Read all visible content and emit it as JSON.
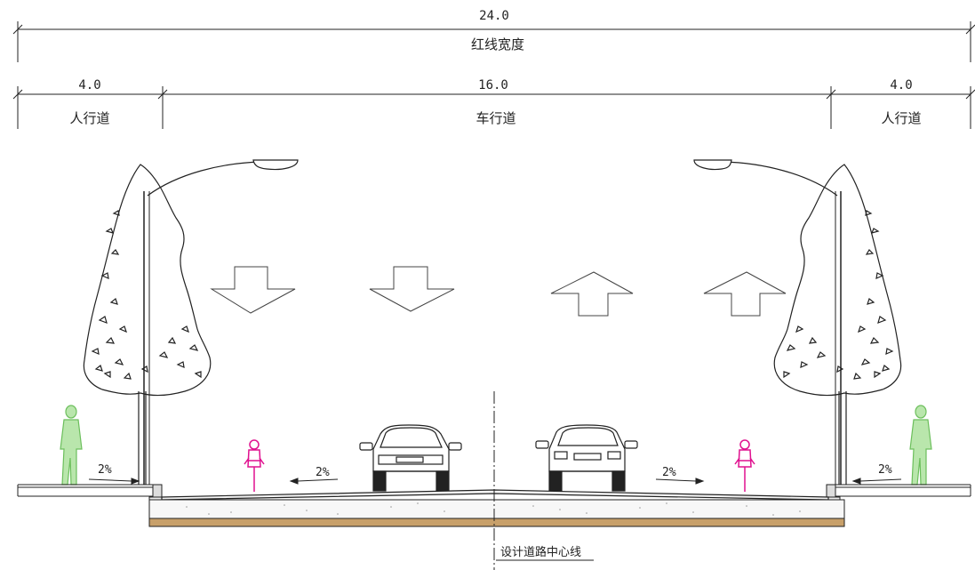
{
  "dimensions": {
    "total_width": "24.0",
    "total_label": "红线宽度",
    "left_width": "4.0",
    "left_label": "人行道",
    "center_width": "16.0",
    "center_label": "车行道",
    "right_width": "4.0",
    "right_label": "人行道"
  },
  "slopes": {
    "left_sidewalk": "2%",
    "left_carriageway": "2%",
    "right_carriageway": "2%",
    "right_sidewalk": "2%"
  },
  "centerline_label": "设计道路中心线",
  "colors": {
    "line": "#222222",
    "pedestrian": "#8bd17c",
    "cyclist": "#e0118f",
    "subbase": "#c8a06a"
  },
  "lanes": {
    "left": [
      "down-arrow",
      "down-arrow"
    ],
    "right": [
      "up-arrow",
      "up-arrow"
    ]
  }
}
